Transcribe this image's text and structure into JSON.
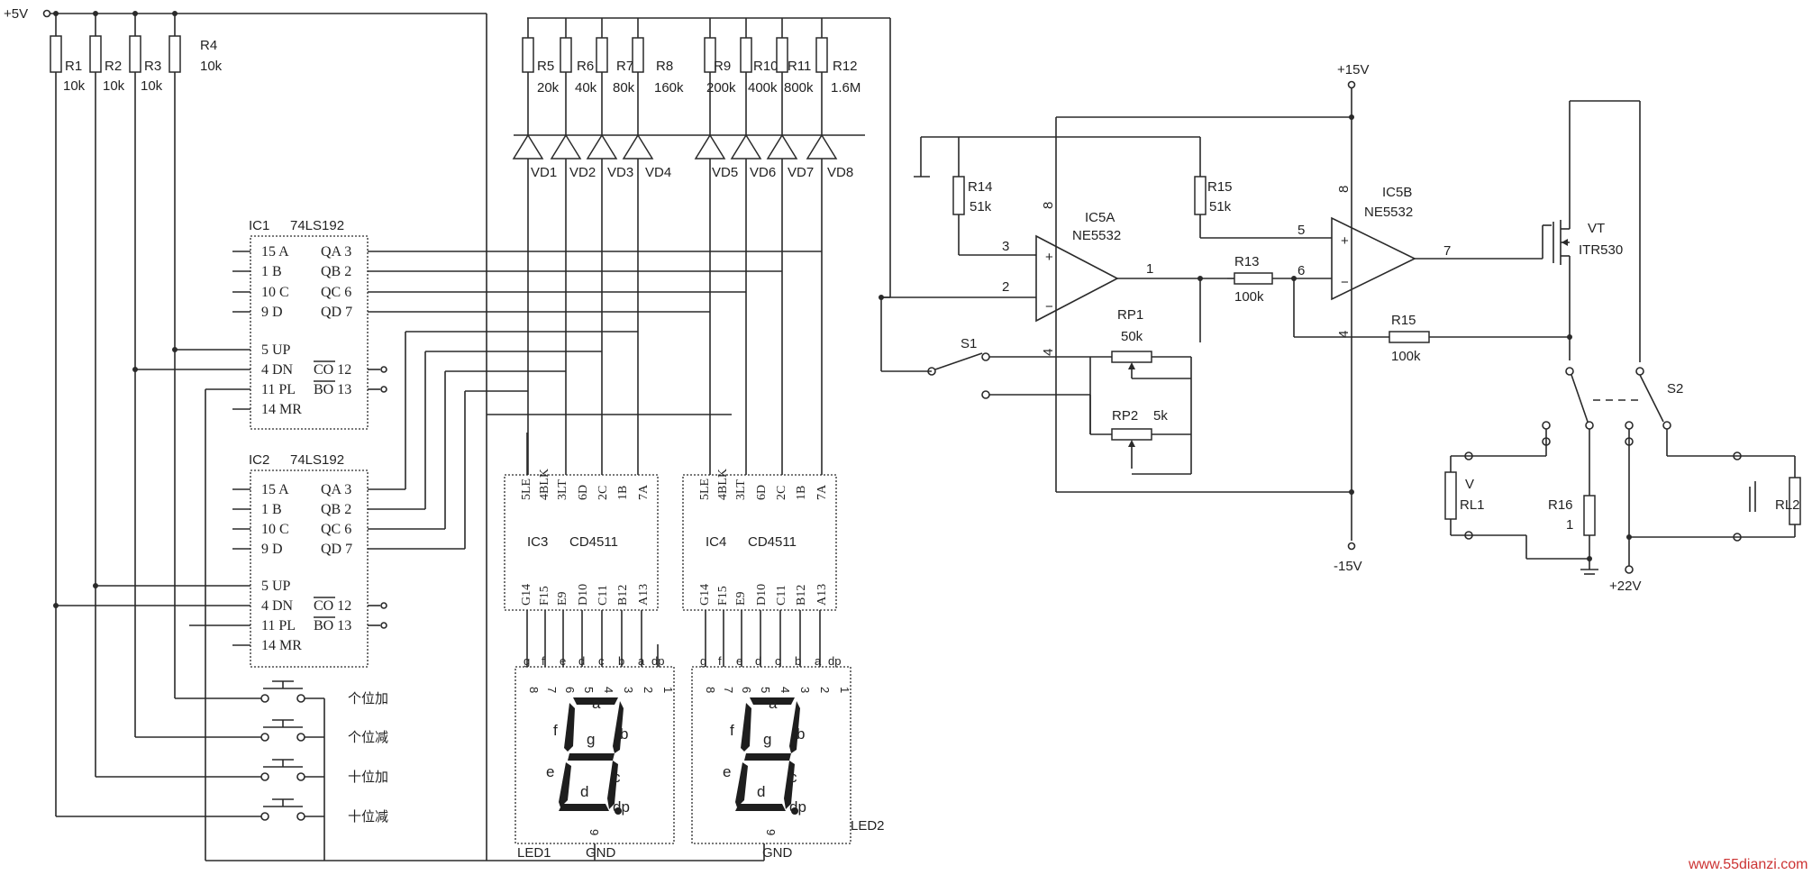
{
  "power": {
    "vcc5": "+5V",
    "vcc15": "+15V",
    "vee15": "-15V",
    "v22": "+22V",
    "gnd": "GND"
  },
  "resistors_top": [
    {
      "name": "R1",
      "value": "10k"
    },
    {
      "name": "R2",
      "value": "10k"
    },
    {
      "name": "R3",
      "value": "10k"
    },
    {
      "name": "R4",
      "value": "10k"
    },
    {
      "name": "R5",
      "value": "20k"
    },
    {
      "name": "R6",
      "value": "40k"
    },
    {
      "name": "R7",
      "value": "80k"
    },
    {
      "name": "R8",
      "value": "160k"
    },
    {
      "name": "R9",
      "value": "200k"
    },
    {
      "name": "R10",
      "value": "400k"
    },
    {
      "name": "R11",
      "value": "800k"
    },
    {
      "name": "R12",
      "value": "1.6M"
    }
  ],
  "diodes": [
    "VD1",
    "VD2",
    "VD3",
    "VD4",
    "VD5",
    "VD6",
    "VD7",
    "VD8"
  ],
  "counters": [
    {
      "name": "IC1",
      "part": "74LS192"
    },
    {
      "name": "IC2",
      "part": "74LS192"
    }
  ],
  "counter_pins_left": [
    "15 A",
    "1  B",
    "10 C",
    "9  D",
    "5 UP",
    "4 DN",
    "11 PL",
    "14 MR"
  ],
  "counter_pins_right": [
    "QA 3",
    "QB 2",
    "QC 6",
    "QD 7",
    "CO 12",
    "BO 13"
  ],
  "decoders": [
    {
      "name": "IC3",
      "part": "CD4511"
    },
    {
      "name": "IC4",
      "part": "CD4511"
    }
  ],
  "decoder_pins_top": [
    "5LE",
    "4BLK",
    "3LT",
    "6D",
    "2C",
    "1B",
    "7A"
  ],
  "decoder_pins_bottom": [
    "G14",
    "F15",
    "E9",
    "D10",
    "C11",
    "B12",
    "A13"
  ],
  "displays": [
    {
      "name": "LED1"
    },
    {
      "name": "LED2"
    }
  ],
  "display_pin_letters": [
    "g",
    "f",
    "e",
    "d",
    "c",
    "b",
    "a",
    "dp"
  ],
  "display_pin_numbers": [
    "8",
    "7",
    "6",
    "5",
    "4",
    "3",
    "2",
    "1"
  ],
  "display_pin_bottom": "9",
  "segment_labels": {
    "a": "a",
    "b": "b",
    "c": "c",
    "d": "d",
    "e": "e",
    "f": "f",
    "g": "g",
    "dp": "dp"
  },
  "buttons": [
    "个位加",
    "个位减",
    "十位加",
    "十位减"
  ],
  "opamps": [
    {
      "name": "IC5A",
      "part": "NE5532",
      "in_plus": "3",
      "in_minus": "2",
      "out": "1",
      "vplus": "8",
      "vminus": "4"
    },
    {
      "name": "IC5B",
      "part": "NE5532",
      "in_plus": "5",
      "in_minus": "6",
      "out": "7",
      "vplus": "8",
      "vminus": "4"
    }
  ],
  "analog_resistors": [
    {
      "name": "R13",
      "value": "100k"
    },
    {
      "name": "R14",
      "value": "51k"
    },
    {
      "name": "R15",
      "value": "51k"
    },
    {
      "name": "R15b",
      "value": "100k",
      "label": "R15"
    },
    {
      "name": "R16",
      "value": "1"
    },
    {
      "name": "RP1",
      "value": "50k"
    },
    {
      "name": "RP2",
      "value": "5k"
    }
  ],
  "switches": [
    "S1",
    "S2"
  ],
  "transistor": {
    "name": "VT",
    "part": "ITR530"
  },
  "loads": [
    {
      "name": "RL1",
      "marker": "V"
    },
    {
      "name": "RL2",
      "marker": ""
    }
  ],
  "watermark": "www.55dianzi.com"
}
